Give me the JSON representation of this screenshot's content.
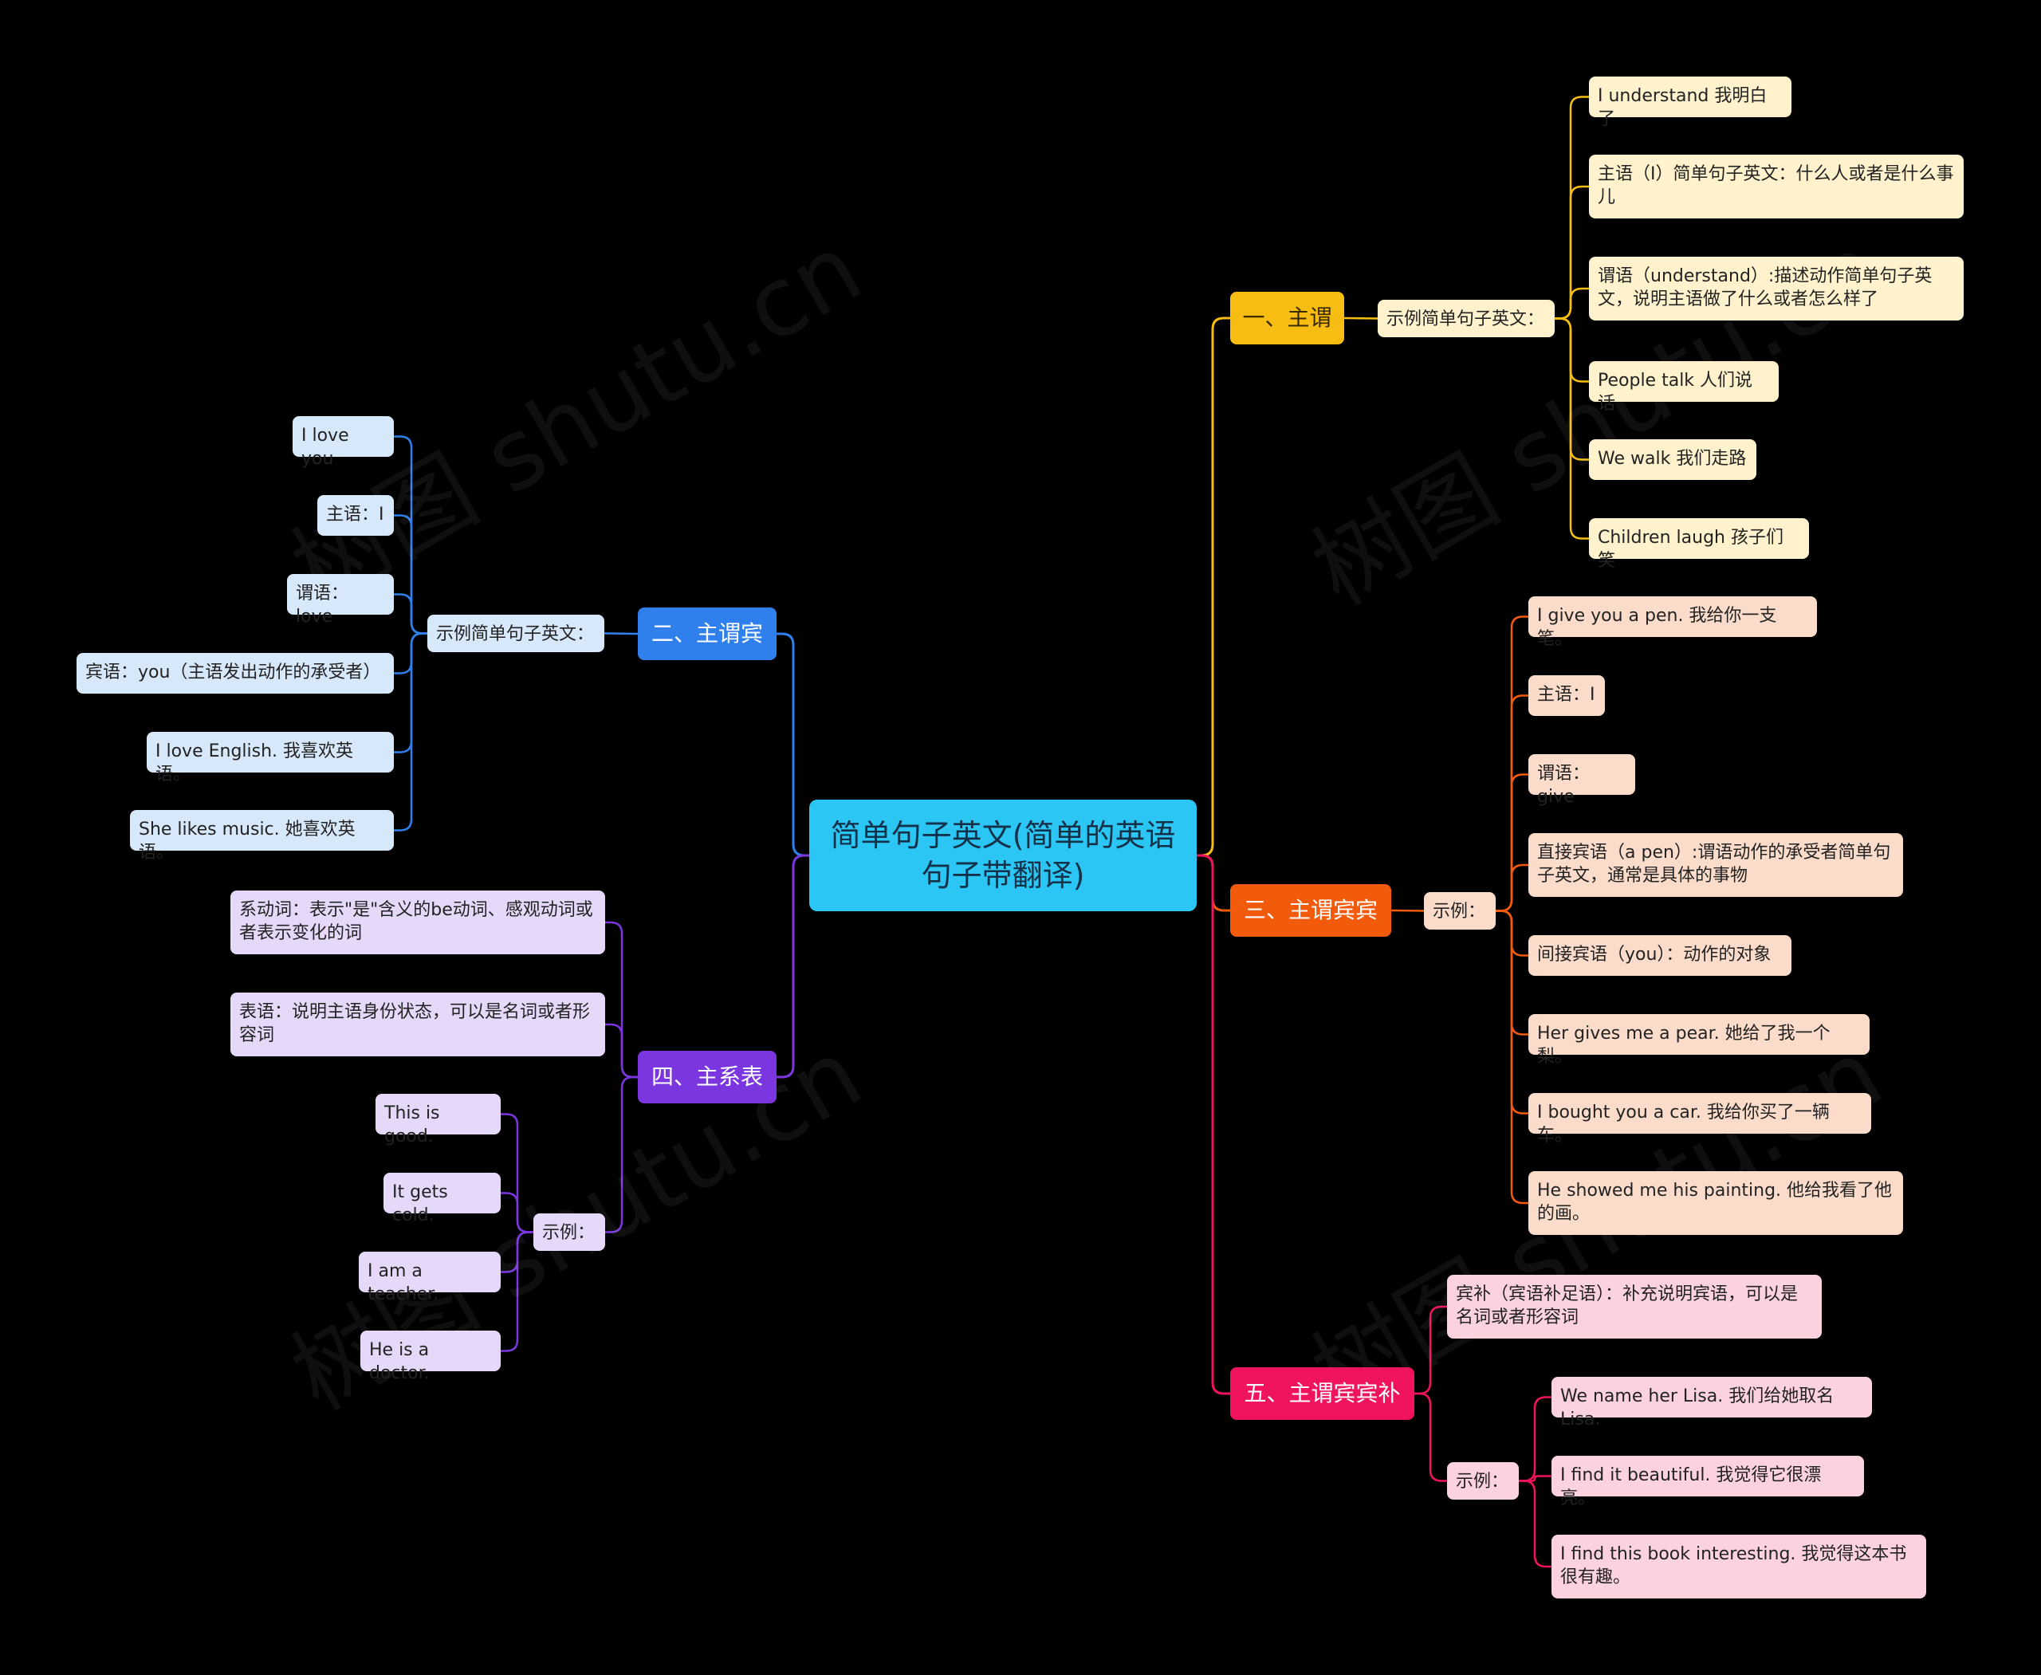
{
  "root": "简单句子英文(简单的英语句子带翻译)",
  "watermark": "树图 shutu.cn",
  "colors": {
    "root": "#2bc6f4",
    "branch1": "#f7bd13",
    "branch2": "#2f80ed",
    "branch3": "#f25a0c",
    "branch4": "#7b36e0",
    "branch5": "#f0135e",
    "background": "#000000"
  },
  "branches": [
    {
      "label": "一、主谓",
      "sub": "示例简单句子英文：",
      "items": [
        "I understand 我明白了",
        "主语（I）简单句子英文：什么人或者是什么事儿",
        "谓语（understand）:描述动作简单句子英文，说明主语做了什么或者怎么样了",
        "People talk 人们说话",
        "We walk 我们走路",
        "Children laugh 孩子们笑"
      ]
    },
    {
      "label": "二、主谓宾",
      "sub": "示例简单句子英文：",
      "items": [
        "I love you",
        "主语：I",
        "谓语：love",
        "宾语：you（主语发出动作的承受者）",
        "I love English. 我喜欢英语。",
        "She likes music. 她喜欢英语。"
      ]
    },
    {
      "label": "三、主谓宾宾",
      "sub": "示例：",
      "items": [
        "I give you a pen. 我给你一支笔。",
        "主语：I",
        "谓语：give",
        "直接宾语（a pen）:谓语动作的承受者简单句子英文，通常是具体的事物",
        "间接宾语（you）：动作的对象",
        "Her gives me a pear. 她给了我一个梨。",
        "I bought you a car. 我给你买了一辆车。",
        "He showed me his painting. 他给我看了他的画。"
      ]
    },
    {
      "label": "四、主系表",
      "defs": [
        "系动词：表示\"是\"含义的be动词、感观动词或者表示变化的词",
        "表语：说明主语身份状态，可以是名词或者形容词"
      ],
      "sub": "示例：",
      "items": [
        "This is good.",
        "It gets cold.",
        "I am a teacher.",
        "He is a doctor."
      ]
    },
    {
      "label": "五、主谓宾宾补",
      "defs": [
        "宾补（宾语补足语）：补充说明宾语，可以是名词或者形容词"
      ],
      "sub": "示例：",
      "items": [
        "We name her Lisa. 我们给她取名Lisa.",
        "I find it beautiful. 我觉得它很漂亮。",
        "I find this book interesting. 我觉得这本书很有趣。"
      ]
    }
  ]
}
